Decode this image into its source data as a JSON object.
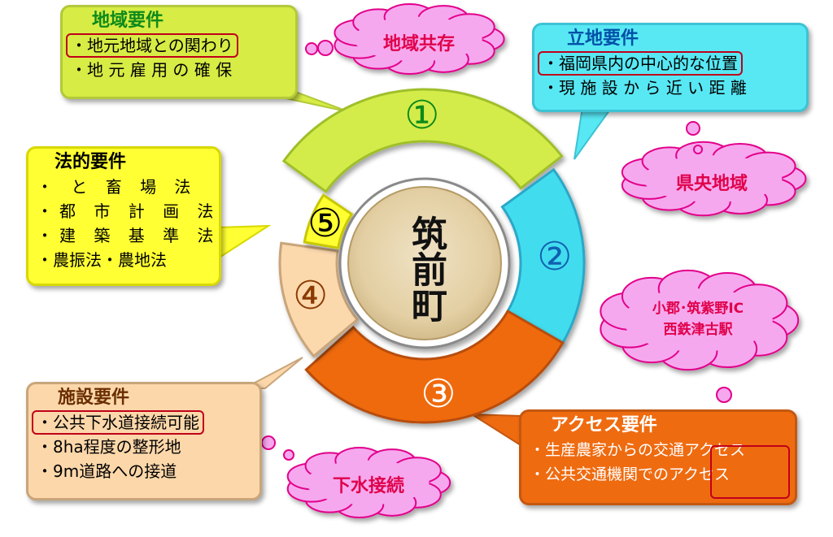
{
  "center": {
    "label": "筑前町"
  },
  "segments": [
    {
      "num": "①",
      "color": "#d4ec4a",
      "stroke": "#9fbf2b",
      "text_color": "#0c8a1a"
    },
    {
      "num": "②",
      "color": "#42dcef",
      "stroke": "#2aa8c8",
      "text_color": "#1060b0"
    },
    {
      "num": "③",
      "color": "#ef6a10",
      "stroke": "#b84e08",
      "text_color": "#ffffff"
    },
    {
      "num": "④",
      "color": "#fcd8ad",
      "stroke": "#c9a57a",
      "text_color": "#8a3a00"
    },
    {
      "num": "⑤",
      "color": "#ffff33",
      "stroke": "#c8c800",
      "text_color": "#000000"
    }
  ],
  "boxes": {
    "chiiki": {
      "title": "地域要件",
      "items": [
        "・地元地域との関わり",
        "・地 元 雇 用 の 確 保"
      ]
    },
    "ricchi": {
      "title": "立地要件",
      "items": [
        "・福岡県内の中心的な位置",
        "・現 施 設 か ら 近 い 距 離"
      ]
    },
    "houteki": {
      "title": "法的要件",
      "items": [
        "・ と 畜 場 法",
        "・都 市 計 画 法",
        "・建 築 基 準 法",
        "・農振法・農地法"
      ]
    },
    "shisetsu": {
      "title": "施設要件",
      "items": [
        "・公共下水道接続可能",
        "・8ha程度の整形地",
        "・9m道路への接道"
      ]
    },
    "access": {
      "title": "アクセス要件",
      "items": [
        "・生産農家からの交通アクセス",
        "・公共交通機関でのアクセス"
      ]
    }
  },
  "clouds": {
    "chiiki_kyouzon": "地域共存",
    "kenou_chiiki": "県央地域",
    "access_line1": "小郡･筑紫野IC",
    "access_line2": "西鉄津古駅",
    "gesui": "下水接続"
  },
  "colors": {
    "cloud_fill": "#f6a8ef",
    "cloud_stroke": "#e2008a",
    "highlight": "#c0001a"
  }
}
